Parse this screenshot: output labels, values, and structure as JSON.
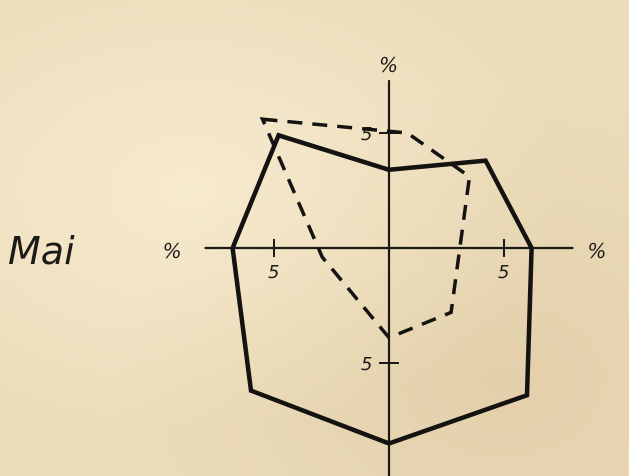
{
  "label": "Mai",
  "chart_data": {
    "type": "line",
    "unit_label": "%",
    "tick_label": "5",
    "axis_range": {
      "x": [
        -6.8,
        6.8
      ],
      "y": [
        -7.3,
        7.3
      ]
    },
    "grid": false,
    "series": [
      {
        "style": "solid",
        "closed": true,
        "points": [
          [
            0,
            3.4
          ],
          [
            4.2,
            3.8
          ],
          [
            6.2,
            0
          ],
          [
            6,
            -6.4
          ],
          [
            0,
            -8.5
          ],
          [
            -6,
            -6.2
          ],
          [
            -6.8,
            0
          ],
          [
            -4.8,
            4.9
          ]
        ]
      },
      {
        "style": "dashed",
        "closed": true,
        "points": [
          [
            -5.5,
            5.6
          ],
          [
            0.8,
            5
          ],
          [
            3.5,
            3.1
          ],
          [
            2.7,
            -2.8
          ],
          [
            0,
            -3.9
          ],
          [
            -2.9,
            -0.4
          ]
        ]
      }
    ],
    "ticks": {
      "x": [
        -5,
        5
      ],
      "y": [
        5,
        -5
      ]
    },
    "colors": {
      "ink": "#141311",
      "paper": "#ecdcbb"
    }
  }
}
